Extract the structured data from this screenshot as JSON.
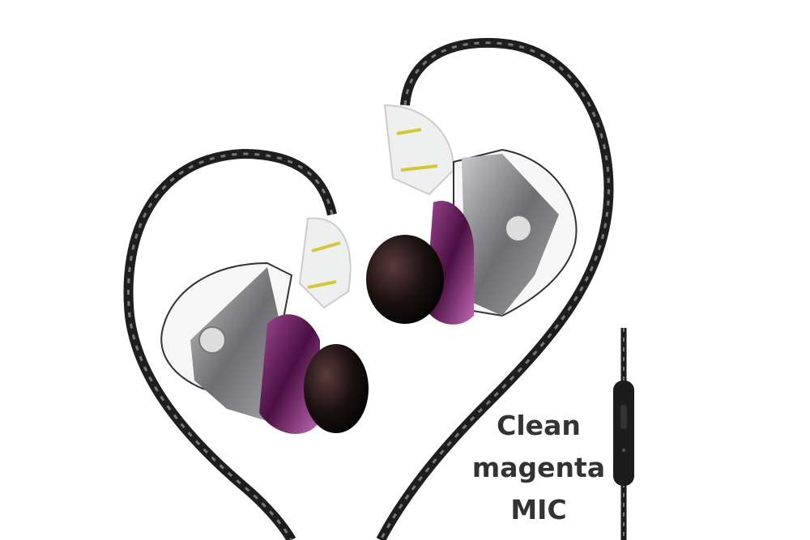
{
  "caption": {
    "line1": "Clean",
    "line2": "magenta",
    "line3": "MIC"
  },
  "colors": {
    "cable": "#1e1e1e",
    "shell": "#8a8a8e",
    "crystal": "#7a2a6e",
    "tip": "#1a1a1a",
    "text": "#333333"
  }
}
